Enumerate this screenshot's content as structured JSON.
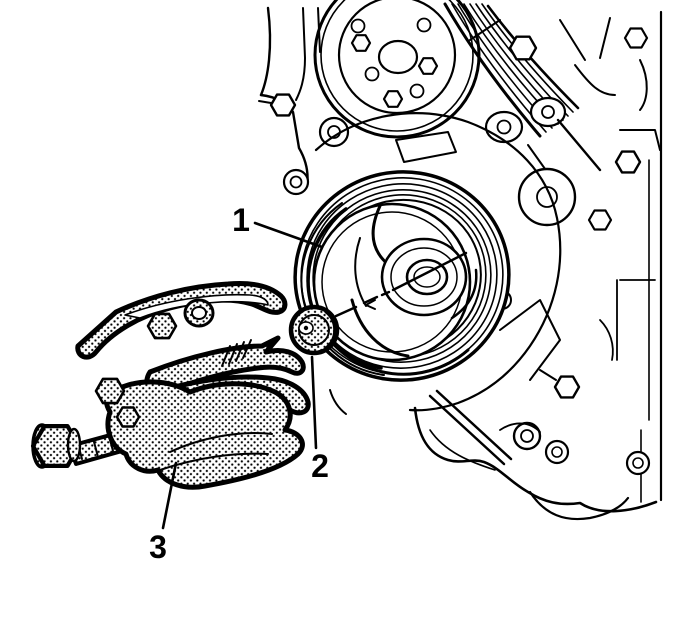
{
  "figure": {
    "colors": {
      "ink": "#000000",
      "paper": "#ffffff"
    },
    "callouts": [
      {
        "label": "1",
        "part": "crankshaft-balancer-pulley"
      },
      {
        "label": "2",
        "part": "crankshaft-pilot-ball"
      },
      {
        "label": "3",
        "part": "three-jaw-puller-tool"
      }
    ]
  }
}
